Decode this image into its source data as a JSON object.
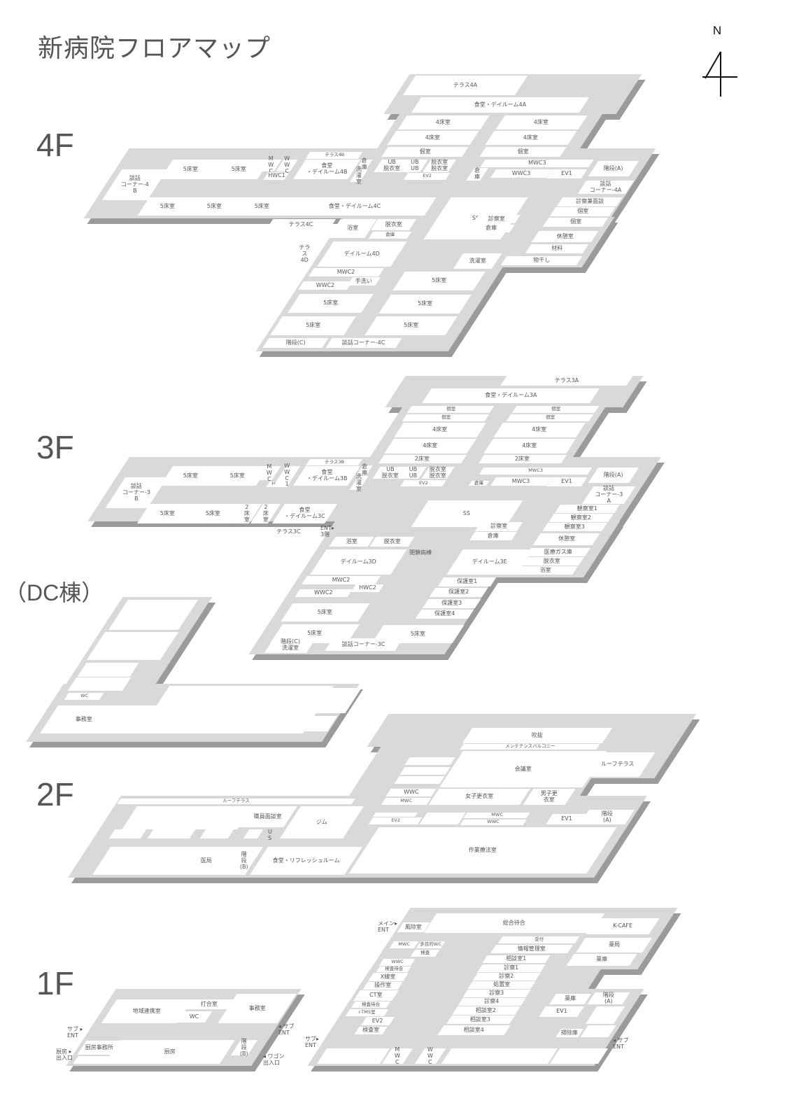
{
  "title": "新病院フロアマップ",
  "north_label": "N",
  "colors": {
    "floor": "#d9d9d9",
    "shadow": "#9b9b9b",
    "room": "#ffffff",
    "text": "#555555"
  },
  "floors": {
    "f4": {
      "label": "4F",
      "rooms": [
        "テラス4A",
        "食堂・デイルーム4A",
        "4床室",
        "4床室",
        "4床室",
        "4床室",
        "個室",
        "個室",
        "テラス4B",
        "談話\nコーナー-4\nB",
        "5床室",
        "5床室",
        "M\nW\nC",
        "HWC1",
        "W\nW\nC",
        "食堂\n・デイルーム4B",
        "倉\n庫",
        "洗\n濯\n室",
        "UB\n脱衣室",
        "UB\nUB",
        "脱衣室\n脱衣室",
        "EV2",
        "MWC3",
        "倉\n庫",
        "WWC3",
        "EV1",
        "階段(A)",
        "談話\nコーナー-4A",
        "5床室",
        "5床室",
        "5床室",
        "食堂・デイルーム4C",
        "SS",
        "診察兼面談",
        "個室",
        "個室",
        "診察室",
        "倉庫",
        "休憩室",
        "材料",
        "物干し",
        "洗濯室",
        "テラス4C",
        "浴室",
        "脱衣室",
        "倉庫",
        "テラ\nス\n4D",
        "デイルーム4D",
        "MWC2",
        "手洗い",
        "WWC2",
        "5床室",
        "5床室",
        "階段(C)",
        "談話コーナー-4C",
        "5床室",
        "5床室",
        "5床室"
      ],
      "notes": []
    },
    "f3": {
      "label": "3F",
      "rooms": [
        "テラス3A",
        "食堂・デイルーム3A",
        "個室",
        "個室",
        "個室",
        "個室",
        "4床室",
        "4床室",
        "4床室",
        "4床室",
        "2床室",
        "2床室",
        "テラス3B",
        "談話\nコーナー-3\nB",
        "5床室",
        "5床室",
        "M\nW\nC",
        "HWC1",
        "W\nW\nC\n1",
        "食堂\n・デイルーム3B",
        "倉\n庫",
        "洗\n濯\n室",
        "UB\n脱衣室",
        "UB\nUB",
        "脱衣室\n脱衣室",
        "EV2",
        "MWC3",
        "倉庫",
        "MWC3",
        "EV1",
        "階段(A)",
        "談話\nコーナー-3\nA",
        "5床室",
        "5床室",
        "2\n床\n室",
        "2\n床\n室",
        "食堂\n・デイルーム3C",
        "SS",
        "観察室1",
        "観察室2",
        "観察室3",
        "診察室",
        "倉庫",
        "休憩室",
        "テラス3C",
        "浴室",
        "脱衣室",
        "医療ガス庫",
        "脱衣室",
        "浴室",
        "デイルーム3D",
        "デイルーム3E",
        "MWC2",
        "HWC2",
        "WWC2",
        "保護室1",
        "保護室2",
        "保護室3",
        "保護室4",
        "5床室",
        "5床室",
        "5床室",
        "階段(C)\n洗濯室",
        "談話コーナー-3C"
      ],
      "notes": [
        "ENT▸\n3階",
        "閉鎖病棟"
      ]
    },
    "dc": {
      "label": "（DC棟）",
      "rooms": [
        "WC",
        "事務室"
      ],
      "notes": []
    },
    "f2": {
      "label": "2F",
      "rooms": [
        "吹抜",
        "メンテナンスバルコニー",
        "会議室",
        "ルーフテラス",
        "WWC",
        "MWC",
        "女子更衣室",
        "男子更\n衣室",
        "EV2",
        "MWC",
        "WWC",
        "EV1",
        "階段\n(A)",
        "作業療法室",
        "ルーフテラス",
        "職員面談室",
        "ジム",
        "医局",
        "階\n段\n(B)",
        "食堂・リフレッシュルーム"
      ],
      "notes": [
        "U\nS"
      ]
    },
    "f1": {
      "label": "1F",
      "rooms": [
        "地域連携室",
        "打合室",
        "WC",
        "事務室",
        "厨房事務所",
        "厨房",
        "階\n段\n(B)",
        "風除室",
        "総合待合",
        "K-CAFE",
        "薬局",
        "薬庫",
        "MWC",
        "多目的WC",
        "検査",
        "WWC",
        "検査待合",
        "X線室",
        "操作室",
        "CT室",
        "検査待合",
        "r-TMS室",
        "EV2",
        "検査室",
        "受付",
        "情報管理室",
        "相談室1",
        "診察1",
        "診察2",
        "処置室",
        "診察3",
        "診察4",
        "相談室2",
        "相談室3",
        "相談室4",
        "薬庫",
        "階段\n(A)",
        "EV1",
        "掃除庫",
        "M\nW\nC",
        "W\nW\nC"
      ],
      "notes": [
        "サブ ▸\nENT",
        "厨房 ▸\n出入口",
        "◂ サブ\nENT",
        "◂ ワゴン\n出入口",
        "メイン▸\nENT",
        "サブ▸\nENT",
        "◂ サブ\nENT"
      ]
    }
  }
}
